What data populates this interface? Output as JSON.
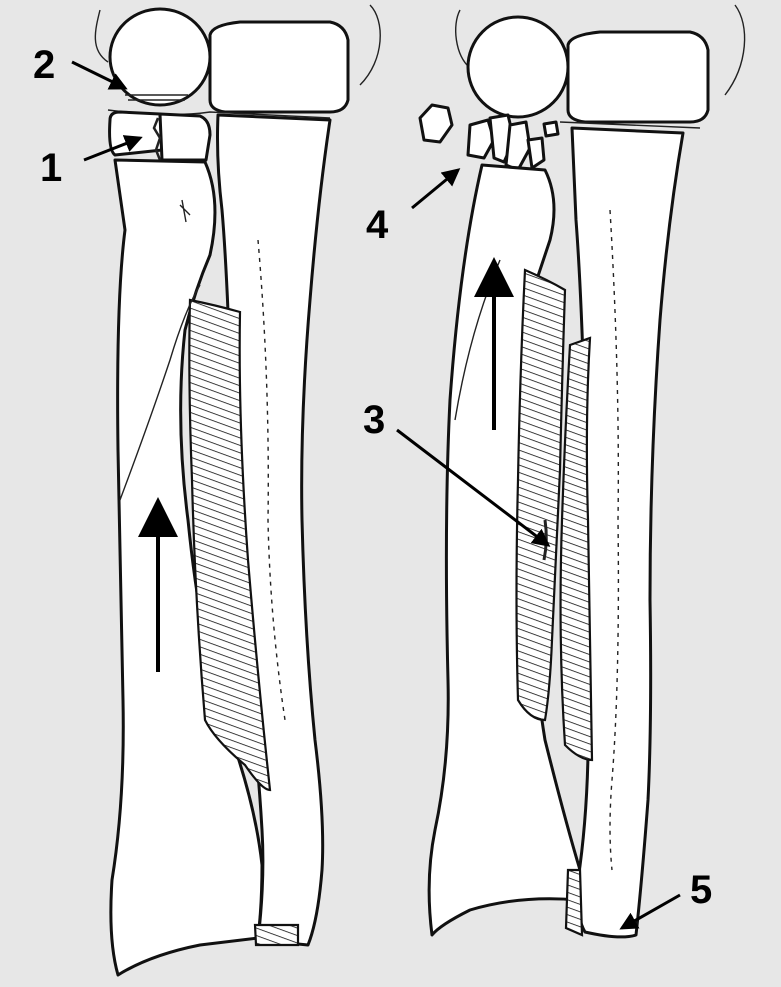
{
  "labels": {
    "l1": "1",
    "l2": "2",
    "l3": "3",
    "l4": "4",
    "l5": "5"
  },
  "colors": {
    "background": "#e7e7e7",
    "bone": "#ffffff",
    "ink": "#111111"
  }
}
